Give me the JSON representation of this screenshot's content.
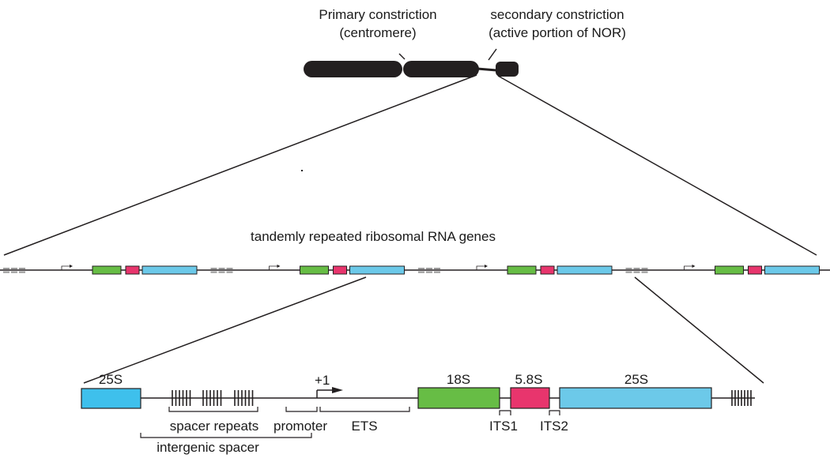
{
  "chromosome": {
    "primary_label_line1": "Primary constriction",
    "primary_label_line2": "(centromere)",
    "secondary_label_line1": "secondary constriction",
    "secondary_label_line2": "(active portion of NOR)"
  },
  "array": {
    "title": "tandemly repeated  ribosomal RNA genes",
    "repeat_count": 4
  },
  "unit": {
    "left_gene": "25S",
    "spacer_repeats": "spacer repeats",
    "intergenic_spacer": "intergenic spacer",
    "promoter": "promoter",
    "start_site": "+1",
    "ets": "ETS",
    "gene_18s": "18S",
    "gene_58s": "5.8S",
    "gene_25s": "25S",
    "its1": "ITS1",
    "its2": "ITS2"
  },
  "colors": {
    "chromosome": "#231f20",
    "gene_18s": "#67bd45",
    "gene_58s": "#e8356d",
    "gene_25s": "#6cc9e9",
    "gene_25s_left": "#3ec0ec",
    "spacer_grey": "#9b9b9b",
    "line": "#231f20"
  }
}
